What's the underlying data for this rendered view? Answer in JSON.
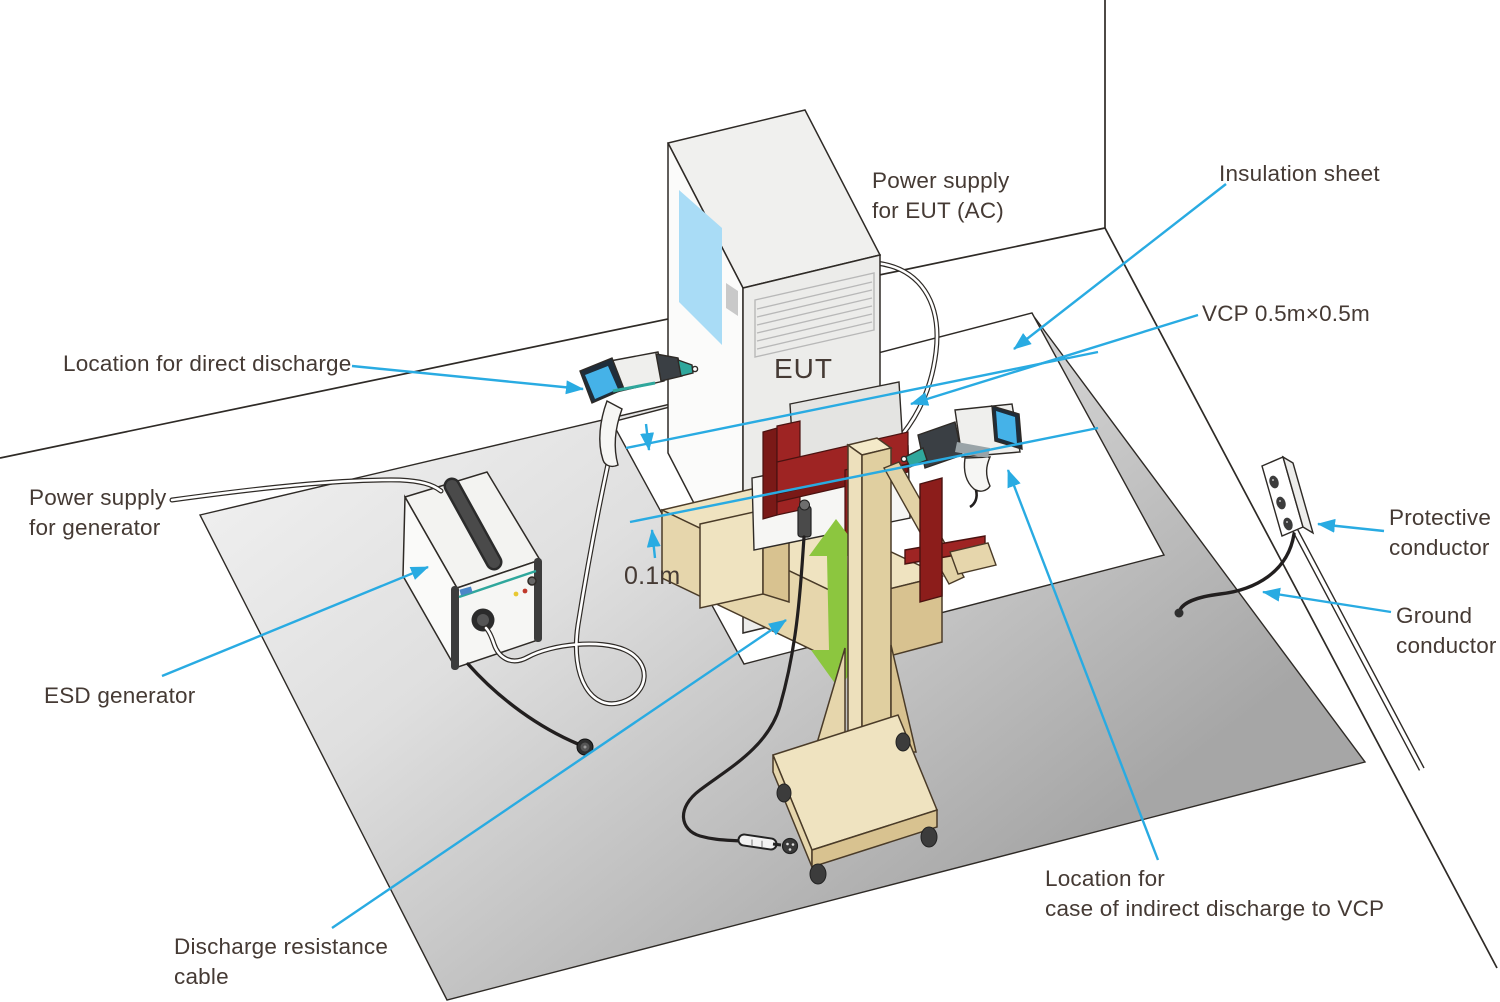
{
  "diagram_type": "ESD immunity test setup illustration",
  "labels": {
    "power_supply_eut": "Power supply\nfor EUT (AC)",
    "insulation_sheet": "Insulation sheet",
    "vcp": "VCP 0.5m×0.5m",
    "location_direct": "Location for direct discharge",
    "power_supply_generator": "Power supply\nfor generator",
    "esd_generator": "ESD generator",
    "dimension": "0.1m",
    "eut": "EUT",
    "protective_conductor": "Protective\nconductor",
    "ground_conductor": "Ground\nconductor",
    "location_indirect": "Location for\ncase of indirect discharge to VCP",
    "discharge_resistance": "Discharge resistance\ncable"
  },
  "colors": {
    "leader_cyan": "#29ABE2",
    "screen_blue": "#45B2E8",
    "window_blue": "#A9DCF6",
    "arrow_green": "#8CC63F",
    "vcp_red": "#9E2423",
    "vcp_red_dark": "#7A1917",
    "wood_light": "#EFE3C0",
    "wood_mid": "#E6D6AC",
    "wood_dark": "#D8C290",
    "floor_light": "#F6F6F6",
    "floor_dark": "#A9A9A9",
    "teal": "#2FA79C",
    "text": "#453A34"
  }
}
